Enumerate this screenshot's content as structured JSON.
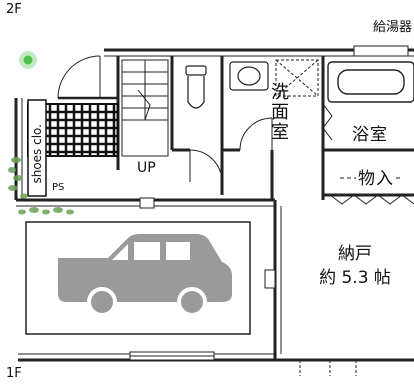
{
  "floors": {
    "upper": "2F",
    "lower": "1F"
  },
  "rooms": {
    "water_heater": "給湯器",
    "washroom": "洗面室",
    "bathroom": "浴室",
    "storage": "物入",
    "closet_name": "納戸",
    "closet_size": "約 5.3 帖"
  },
  "labels": {
    "shoes_closet": "shoes clo.",
    "ps": "PS",
    "stairs_up": "UP"
  },
  "icons": [
    "plant-icon",
    "car-icon",
    "toilet-icon",
    "washbasin-icon",
    "bathtub-icon"
  ],
  "colors": {
    "wall": "#222222",
    "car": "#9a9a9a",
    "plant": "#6aa05a",
    "lamp": "#4cc24c"
  }
}
